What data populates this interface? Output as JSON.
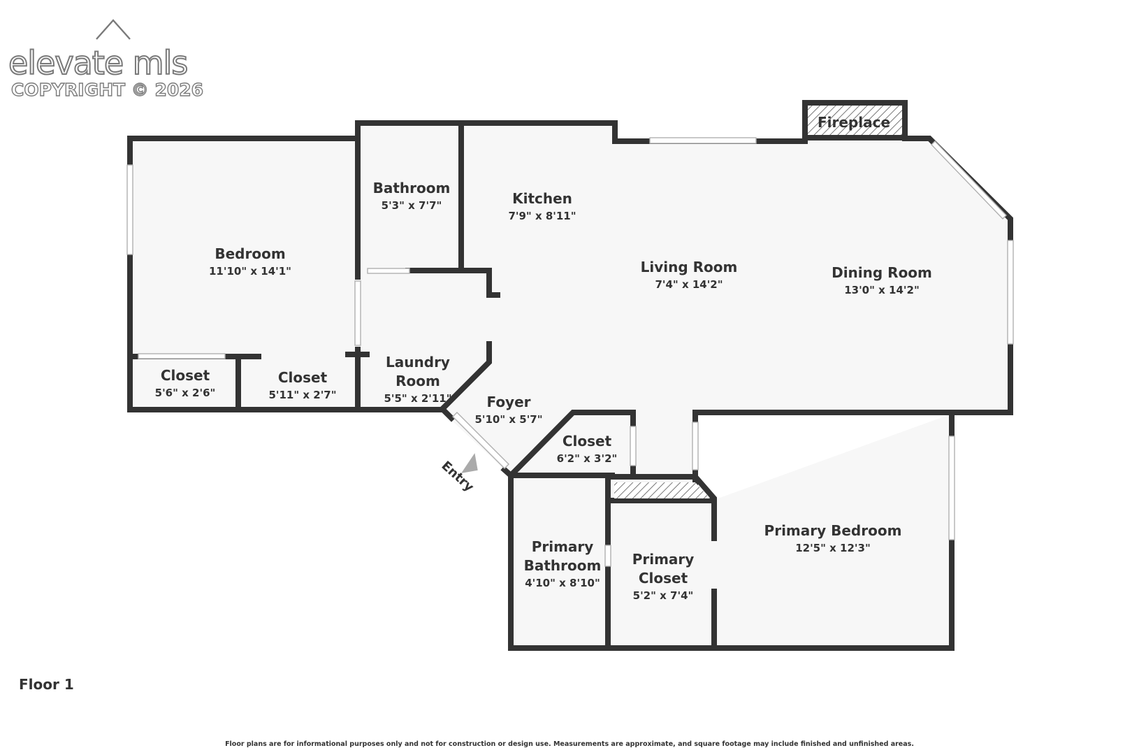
{
  "watermark": {
    "brand": "elevate mls",
    "copyright": "COPYRIGHT © 2026"
  },
  "rooms": [
    {
      "id": "bedroom",
      "name": "Bedroom",
      "dims": "11'10\" x 14'1\""
    },
    {
      "id": "bathroom",
      "name": "Bathroom",
      "dims": "5'3\" x 7'7\""
    },
    {
      "id": "kitchen",
      "name": "Kitchen",
      "dims": "7'9\" x 8'11\""
    },
    {
      "id": "living-room",
      "name": "Living Room",
      "dims": "7'4\" x 14'2\""
    },
    {
      "id": "dining-room",
      "name": "Dining Room",
      "dims": "13'0\" x 14'2\""
    },
    {
      "id": "closet-1",
      "name": "Closet",
      "dims": "5'6\" x 2'6\""
    },
    {
      "id": "closet-2",
      "name": "Closet",
      "dims": "5'11\" x 2'7\""
    },
    {
      "id": "laundry-room",
      "name_lines": [
        "Laundry",
        "Room"
      ],
      "dims": "5'5\" x 2'11\""
    },
    {
      "id": "foyer",
      "name": "Foyer",
      "dims": "5'10\" x 5'7\""
    },
    {
      "id": "closet-3",
      "name": "Closet",
      "dims": "6'2\" x 3'2\""
    },
    {
      "id": "primary-bathroom",
      "name_lines": [
        "Primary",
        "Bathroom"
      ],
      "dims": "4'10\" x 8'10\""
    },
    {
      "id": "primary-closet",
      "name_lines": [
        "Primary",
        "Closet"
      ],
      "dims": "5'2\" x 7'4\""
    },
    {
      "id": "primary-bedroom",
      "name": "Primary Bedroom",
      "dims": "12'5\" x 12'3\""
    }
  ],
  "fireplace_label": "Fireplace",
  "entry_label": "Entry",
  "floor_label": "Floor 1",
  "disclaimer": "Floor plans are for informational purposes only and not for construction or design use. Measurements are approximate, and square footage may include finished and unfinished areas.",
  "colors": {
    "wall": "#333333",
    "floor": "#f7f7f7",
    "text": "#333333",
    "window": "#b0b0b0"
  }
}
